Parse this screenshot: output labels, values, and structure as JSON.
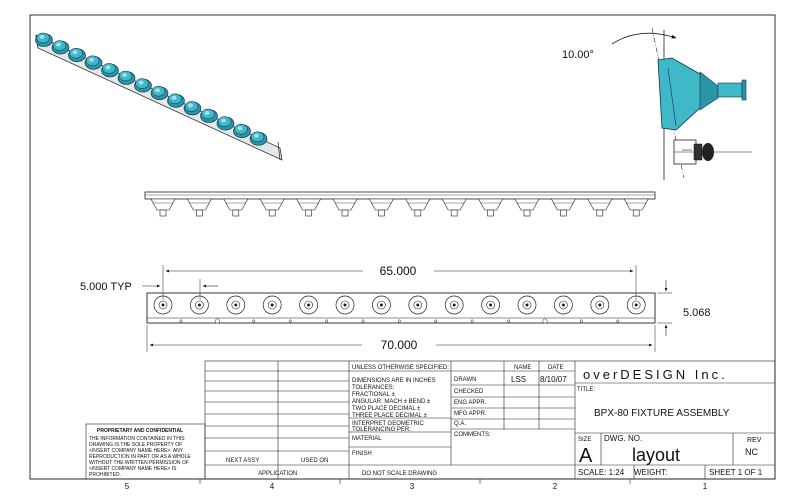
{
  "dimensions": {
    "angle": "10.00°",
    "pitch": "5.000 TYP",
    "span": "65.000",
    "overall_length": "70.000",
    "height": "5.068"
  },
  "title_block": {
    "company": "overDESIGN Inc.",
    "tolerance_header": "UNLESS OTHERWISE SPECIFIED:",
    "dims_in_inches": "DIMENSIONS ARE IN INCHES",
    "tolerances": "TOLERANCES:",
    "fractional": "FRACTIONAL ±",
    "angular": "ANGULAR: MACH ±   BEND ±",
    "two_place": "TWO PLACE DECIMAL   ±",
    "three_place": "THREE PLACE DECIMAL  ±",
    "interpret_1": "INTERPRET GEOMETRIC",
    "interpret_2": "TOLERANCING PER:",
    "material": "MATERIAL",
    "finish": "FINISH",
    "do_not_scale": "DO NOT SCALE DRAWING",
    "col_name": "NAME",
    "col_date": "DATE",
    "drawn_label": "DRAWN",
    "drawn_name": "LSS",
    "drawn_date": "8/10/07",
    "checked": "CHECKED",
    "eng_appr": "ENG APPR.",
    "mfg_appr": "MFG APPR.",
    "qa": "Q.A.",
    "comments": "COMMENTS:",
    "title_label": "TITLE:",
    "title": "BPX-80 FIXTURE ASSEMBLY",
    "size_label": "SIZE",
    "size": "A",
    "dwg_no_label": "DWG.  NO.",
    "dwg_no": "layout",
    "rev_label": "REV",
    "rev": "NC",
    "scale": "SCALE: 1:24",
    "weight": "WEIGHT:",
    "sheet": "SHEET 1 OF 1",
    "next_assy": "NEXT ASSY",
    "used_on": "USED ON",
    "application": "APPLICATION",
    "proprietary_title": "PROPRIETARY AND CONFIDENTIAL",
    "proprietary_lines": [
      "THE INFORMATION CONTAINED IN THIS",
      "DRAWING IS THE SOLE PROPERTY OF",
      "<INSERT COMPANY NAME HERE>.  ANY",
      "REPRODUCTION IN PART OR AS A WHOLE",
      "WITHOUT THE WRITTEN PERMISSION OF",
      "<INSERT COMPANY NAME HERE> IS",
      "PROHIBITED."
    ]
  },
  "zones": [
    "5",
    "4",
    "3",
    "2",
    "1"
  ],
  "colors": {
    "fixture_teal": "#3fb8c8",
    "line": "#222222"
  },
  "fixture_count": 14
}
